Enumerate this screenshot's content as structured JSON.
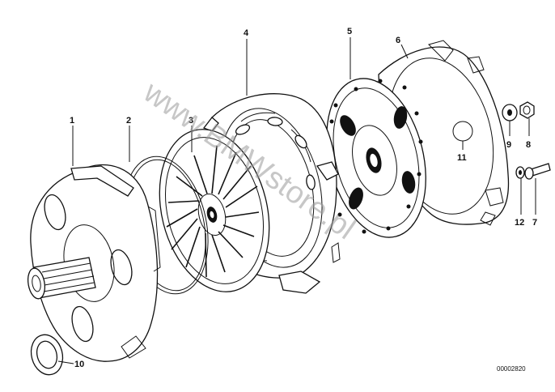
{
  "diagram": {
    "part_labels": {
      "p1": "1",
      "p2": "2",
      "p3": "3",
      "p4": "4",
      "p5": "5",
      "p6": "6",
      "p7": "7",
      "p8": "8",
      "p9": "9",
      "p10": "10",
      "p11": "11",
      "p12": "12"
    },
    "watermark": "www.BMWstore.pl",
    "reference_code": "00002820"
  }
}
